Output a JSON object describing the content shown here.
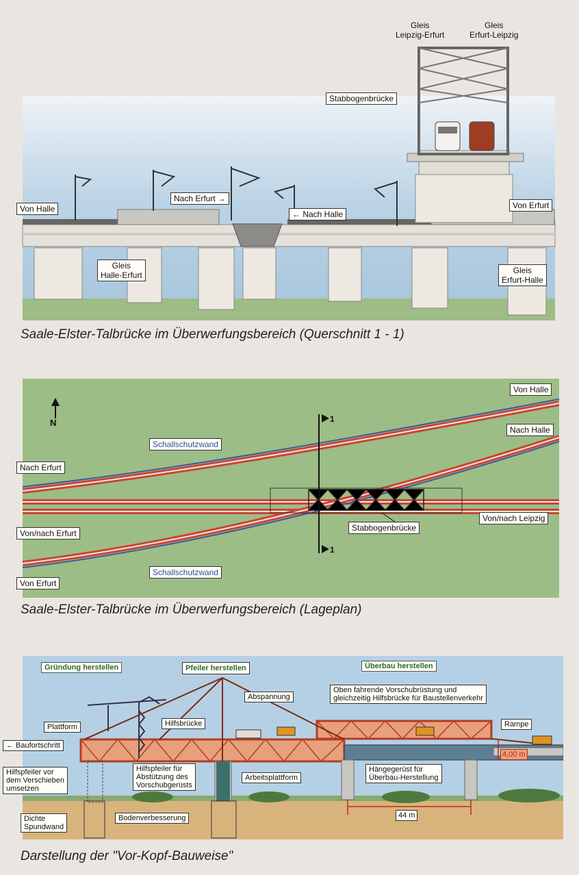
{
  "cross_section": {
    "track_labels": {
      "leipzig_erfurt": "Gleis\nLeipzig-Erfurt",
      "erfurt_leipzig": "Gleis\nErfurt-Leipzig"
    },
    "stabbogen": "Stabbogenbrücke",
    "von_halle": "Von Halle",
    "nach_erfurt": "Nach Erfurt →",
    "nach_halle": "← Nach Halle",
    "von_erfurt": "Von Erfurt",
    "gleis_halle_erfurt": "Gleis\nHalle-Erfurt",
    "gleis_erfurt_halle": "Gleis\nErfurt-Halle",
    "caption": "Saale-Elster-Talbrücke im Überwerfungsbereich (Querschnitt 1 - 1)"
  },
  "site_plan": {
    "north": "N",
    "von_halle": "Von Halle",
    "nach_halle": "Nach Halle",
    "schallschutz_top": "Schallschutzwand",
    "nach_erfurt": "Nach Erfurt",
    "von_nach_erfurt": "Von/nach Erfurt",
    "von_erfurt": "Von Erfurt",
    "schallschutz_bottom": "Schallschutzwand",
    "stabbogen": "Stabbogenbrücke",
    "von_nach_leipzig": "Von/nach Leipzig",
    "section_mark_top": "1",
    "section_mark_bottom": "1",
    "caption": "Saale-Elster-Talbrücke im Überwerfungsbereich (Lageplan)"
  },
  "construction": {
    "gruendung": "Gründung herstellen",
    "pfeiler": "Pfeiler herstellen",
    "ueberbau": "Überbau herstellen",
    "abspannung": "Abspannung",
    "vorschub": "Oben fahrende Vorschubrüstung und\ngleichzeitig Hilfsbrücke für Baustellenverkehr",
    "plattform": "Plattform",
    "hilfsbruecke": "Hilfsbrücke",
    "rampe": "Rampe",
    "baufortschritt": "← Baufortschritt",
    "height": "4,00 m",
    "hilfspfeiler_vor": "Hilfspfeiler vor\ndem Verschieben\numsetzen",
    "hilfspfeiler_fuer": "Hilfspfeiler für\nAbstützung des\nVorschubgerüsts",
    "arbeitsplattform": "Arbeitsplattform",
    "haengegeruest": "Hängegerüst für\nÜberbau-Herstellung",
    "span": "44 m",
    "dichte": "Dichte\nSpundwand",
    "bodenverbesserung": "Bodenverbesserung",
    "caption": "Darstellung der \"Vor-Kopf-Bauweise\""
  },
  "colors": {
    "sky": "#b5d0e4",
    "grass": "#9dbc86",
    "plan_bg": "#9cbd86",
    "track_red": "#c7463a",
    "truss": "#c85a3a",
    "ground": "#d9b37c"
  }
}
